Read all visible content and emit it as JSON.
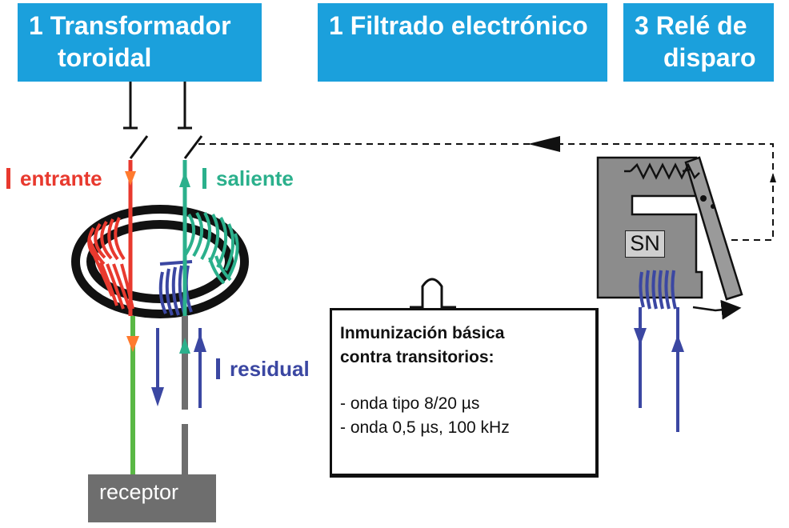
{
  "headers": {
    "transformer": {
      "line1": "1 Transformador",
      "line2": "toroidal"
    },
    "filter": {
      "line1": "1 Filtrado electrónico"
    },
    "relay": {
      "line1": "3 Relé de",
      "line2": "disparo"
    }
  },
  "labels": {
    "incoming": "entrante",
    "outgoing": "saliente",
    "residual": "residual",
    "magnet": "SN",
    "receiver": "receptor"
  },
  "info_box": {
    "title_line1": "Inmunización básica",
    "title_line2": "contra transitorios:",
    "item1": "- onda tipo 8/20 µs",
    "item2": "- onda 0,5 µs, 100 kHz"
  },
  "colors": {
    "header_bg": "#1ba0dc",
    "incoming": "#e8392e",
    "outgoing": "#2bb08c",
    "residual": "#3b47a2",
    "core_gray": "#8c8c8c"
  }
}
